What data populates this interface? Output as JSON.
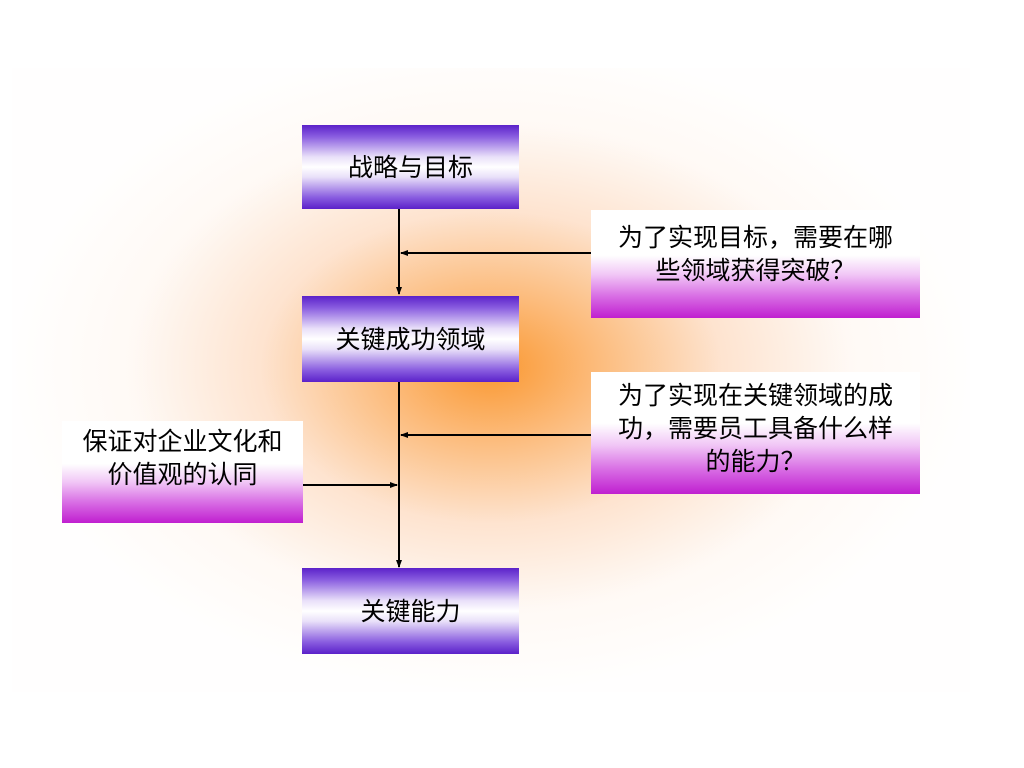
{
  "diagram": {
    "nodes": [
      {
        "id": "strategy",
        "text": "战略与目标"
      },
      {
        "id": "key_success_areas",
        "text": "关键成功领域"
      },
      {
        "id": "key_capabilities",
        "text": "关键能力"
      }
    ],
    "side_notes": [
      {
        "id": "question_breakthrough",
        "text": "为了实现目标，需要在哪些领域获得突破？"
      },
      {
        "id": "question_capability",
        "text": "为了实现在关键领域的成功，需要员工具备什么样的能力？"
      },
      {
        "id": "culture_values",
        "text": "保证对企业文化和价值观的认同"
      }
    ],
    "edges": [
      {
        "from": "strategy",
        "to": "key_success_areas"
      },
      {
        "from": "key_success_areas",
        "to": "key_capabilities"
      },
      {
        "from": "question_breakthrough",
        "to": "strategy-to-key_success_areas"
      },
      {
        "from": "question_capability",
        "to": "key_success_areas-to-key_capabilities"
      },
      {
        "from": "culture_values",
        "to": "key_success_areas-to-key_capabilities"
      }
    ],
    "colors": {
      "main_box_edge": "#5b21c9",
      "side_box_bottom": "#c01fd0",
      "glow_center": "#f99a35",
      "line": "#000000"
    }
  }
}
